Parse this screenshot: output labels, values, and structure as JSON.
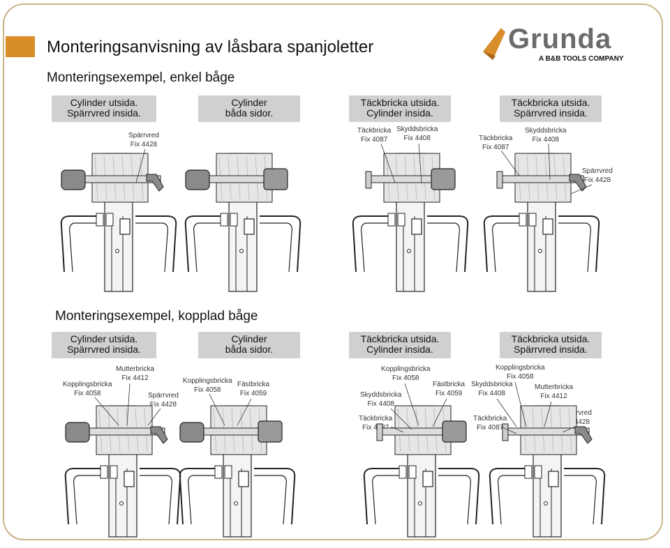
{
  "title": "Monteringsanvisning av låsbara spanjoletter",
  "brand": {
    "name": "Grunda",
    "tagline": "A B&B TOOLS COMPANY",
    "accent": "#d88c2a"
  },
  "sections": [
    {
      "heading": "Monteringsexempel, enkel båge",
      "boxes": [
        {
          "l1": "Cylinder utsida.",
          "l2": "Spärrvred insida."
        },
        {
          "l1": "Cylinder",
          "l2": "båda sidor."
        },
        {
          "l1": "Täckbricka utsida.",
          "l2": "Cylinder insida."
        },
        {
          "l1": "Täckbricka utsida.",
          "l2": "Spärrvred insida."
        }
      ],
      "labels": [
        {
          "name": "Spärrvred",
          "code": "Fix 4428"
        },
        {
          "name": "Täckbricka",
          "code": "Fix 4087"
        },
        {
          "name": "Skyddsbricka",
          "code": "Fix 4408"
        },
        {
          "name": "Täckbricka",
          "code": "Fix 4087"
        },
        {
          "name": "Skyddsbricka",
          "code": "Fix 4408"
        },
        {
          "name": "Spärrvred",
          "code": "Fix 4428"
        }
      ]
    },
    {
      "heading": "Monteringsexempel, kopplad båge",
      "boxes": [
        {
          "l1": "Cylinder utsida.",
          "l2": "Spärrvred insida."
        },
        {
          "l1": "Cylinder",
          "l2": "båda sidor."
        },
        {
          "l1": "Täckbricka utsida.",
          "l2": "Cylinder insida."
        },
        {
          "l1": "Täckbricka utsida.",
          "l2": "Spärrvred insida."
        }
      ],
      "labels": [
        {
          "name": "Mutterbricka",
          "code": "Fix 4412"
        },
        {
          "name": "Kopplingsbricka",
          "code": "Fix 4058"
        },
        {
          "name": "Spärrvred",
          "code": "Fix 4428"
        },
        {
          "name": "Kopplingsbricka",
          "code": "Fix 4058"
        },
        {
          "name": "Fästbricka",
          "code": "Fix 4059"
        },
        {
          "name": "Kopplingsbricka",
          "code": "Fix 4058"
        },
        {
          "name": "Fästbricka",
          "code": "Fix 4059"
        },
        {
          "name": "Skyddsbricka",
          "code": "Fix 4408"
        },
        {
          "name": "Täckbricka",
          "code": "Fix 4087"
        },
        {
          "name": "Kopplingsbricka",
          "code": "Fix 4058"
        },
        {
          "name": "Skyddsbricka",
          "code": "Fix 4408"
        },
        {
          "name": "Mutterbricka",
          "code": "Fix 4412"
        },
        {
          "name": "Spärrvred",
          "code": "Fix 4428"
        },
        {
          "name": "Täckbricka",
          "code": "Fix 4087"
        }
      ]
    }
  ]
}
